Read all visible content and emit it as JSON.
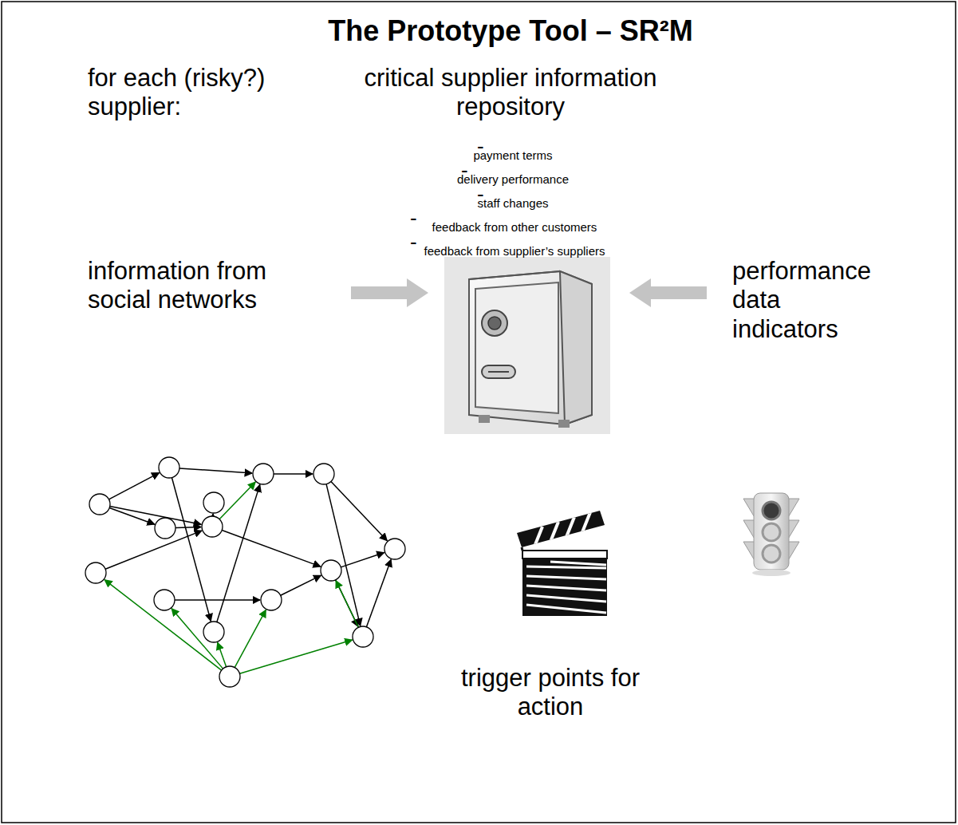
{
  "diagram": {
    "title": "The Prototype Tool – SR²M",
    "labels": [
      "for each (risky?) supplier:",
      "critical supplier information repository",
      "-",
      "payment terms",
      "-",
      "delivery performance",
      "-",
      "staff changes",
      "-",
      "feedback from other customers",
      "-",
      "feedback from supplier’s suppliers",
      "information from social networks",
      "performance data indicators",
      "trigger points for action"
    ]
  }
}
